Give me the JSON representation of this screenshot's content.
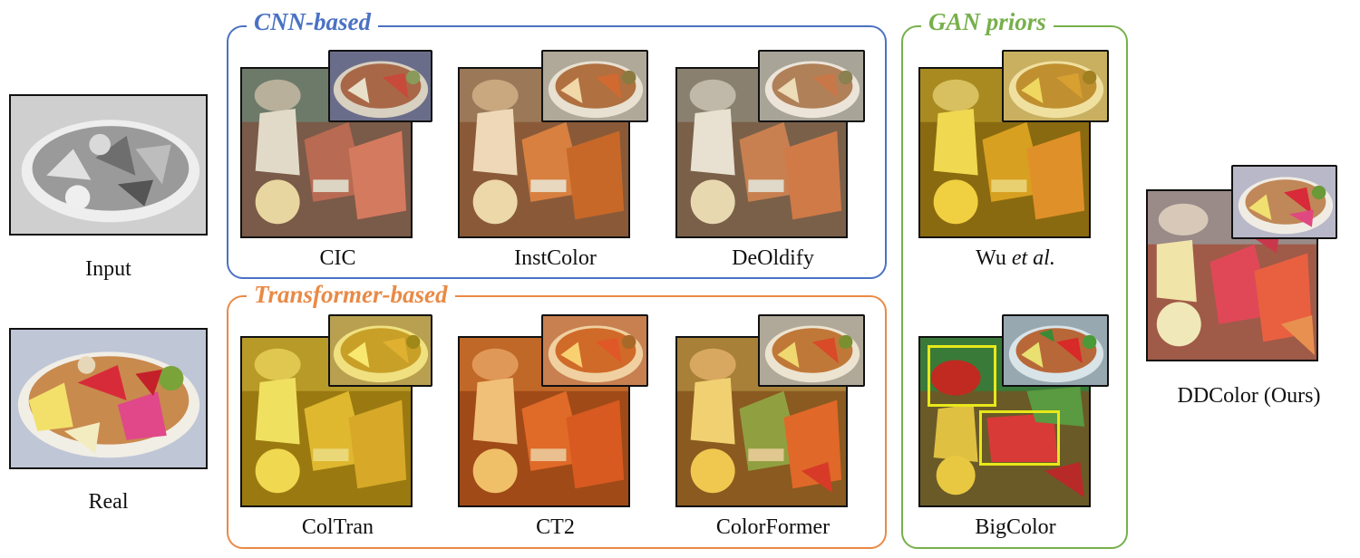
{
  "groups": {
    "cnn": {
      "title": "CNN-based",
      "color": "#4a72c4"
    },
    "transformer": {
      "title": "Transformer-based",
      "color": "#e98a45"
    },
    "gan": {
      "title": "GAN priors",
      "color": "#77b04b"
    }
  },
  "labels": {
    "input": "Input",
    "real": "Real",
    "cic": "CIC",
    "instcolor": "InstColor",
    "deoldify": "DeOldify",
    "wu_prefix": "Wu ",
    "wu_suffix": "et al.",
    "coltran": "ColTran",
    "ct2": "CT2",
    "colorformer": "ColorFormer",
    "bigcolor": "BigColor",
    "ddcolor": "DDColor (Ours)"
  },
  "image_tints": {
    "input": "grayscale",
    "real": "natural",
    "cic": "muted-red",
    "instcolor": "orange-brown",
    "deoldify": "desaturated-orange",
    "wu": "yellow",
    "coltran": "yellow",
    "ct2": "orange-red",
    "colorformer": "orange-green",
    "bigcolor": "green-red",
    "ddcolor": "pink-red"
  }
}
